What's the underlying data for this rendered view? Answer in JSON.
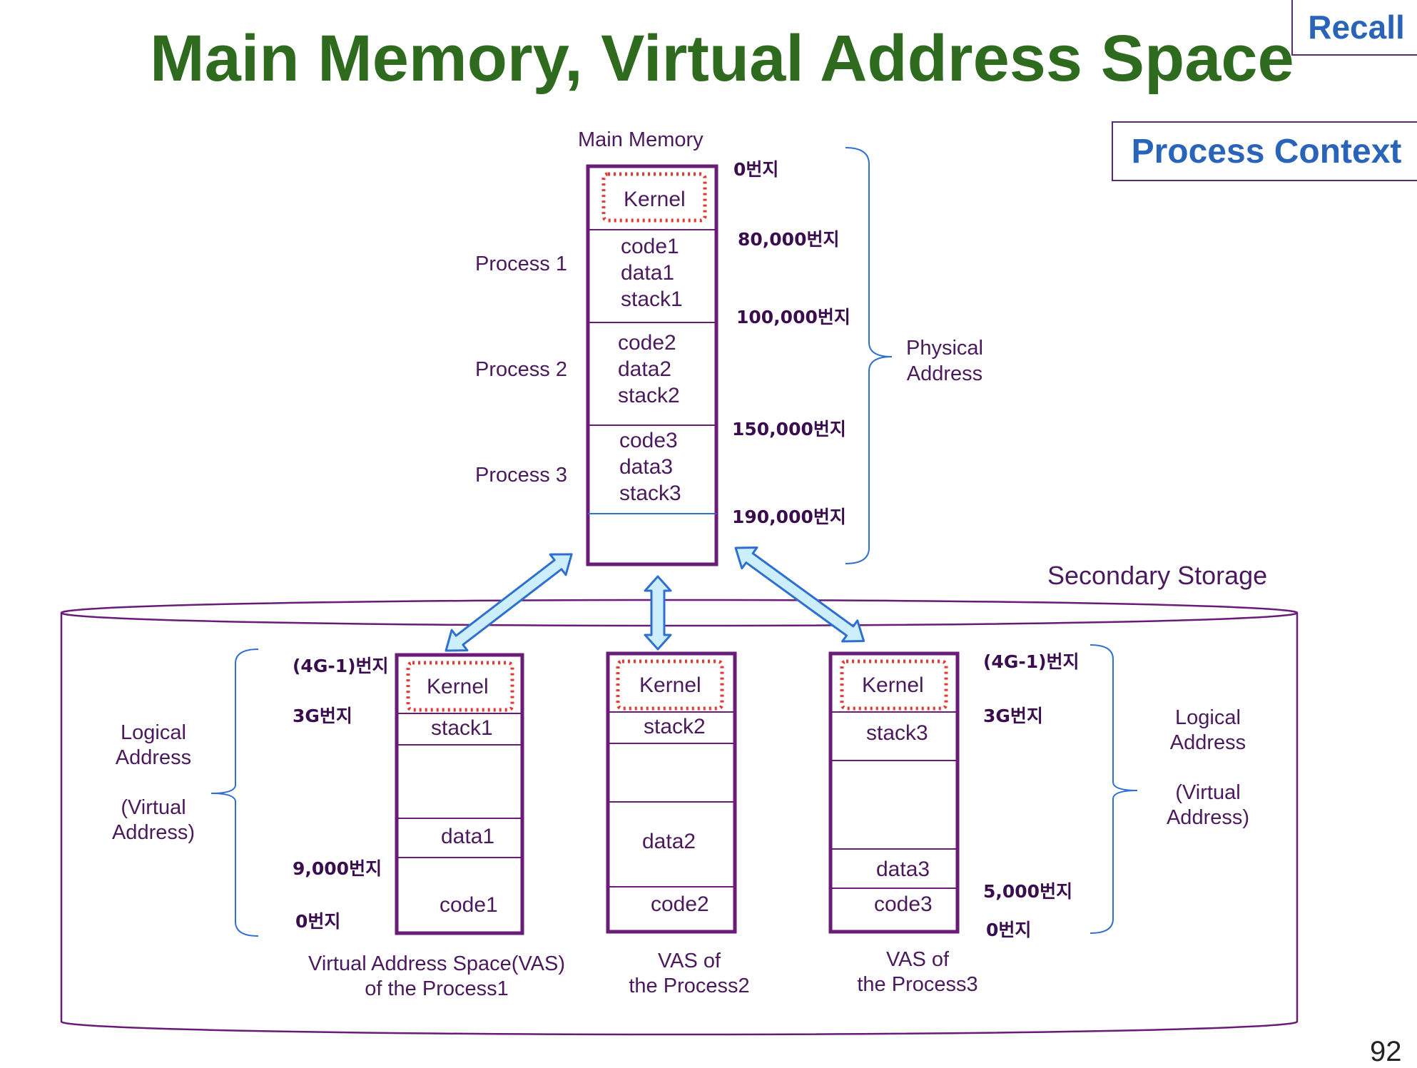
{
  "slide": {
    "title": "Main Memory, Virtual Address Space",
    "recall_tag": "Recall",
    "context_tag": "Process Context",
    "page_number": "92"
  },
  "main_memory": {
    "label": "Main Memory",
    "kernel": "Kernel",
    "segments": [
      {
        "process": "Process 1",
        "lines": [
          "code1",
          "data1",
          "stack1"
        ]
      },
      {
        "process": "Process 2",
        "lines": [
          "code2",
          "data2",
          "stack2"
        ]
      },
      {
        "process": "Process 3",
        "lines": [
          "code3",
          "data3",
          "stack3"
        ]
      }
    ],
    "addresses": [
      "0번지",
      "80,000번지",
      "100,000번지",
      "150,000번지",
      "190,000번지"
    ],
    "physical_label": [
      "Physical",
      "Address"
    ]
  },
  "secondary": {
    "label": "Secondary Storage",
    "left_label": [
      "Logical",
      "Address",
      "(Virtual",
      "Address)"
    ],
    "right_label": [
      "Logical",
      "Address",
      "(Virtual",
      "Address)"
    ],
    "vas1": {
      "kernel": "Kernel",
      "stack": "stack1",
      "data": "data1",
      "code": "code1",
      "caption": [
        "Virtual Address Space(VAS)",
        "of the Process1"
      ],
      "addresses": [
        "(4G-1)번지",
        "3G번지",
        "9,000번지",
        "0번지"
      ]
    },
    "vas2": {
      "kernel": "Kernel",
      "stack": "stack2",
      "data": "data2",
      "code": "code2",
      "caption": [
        "VAS of",
        "the Process2"
      ]
    },
    "vas3": {
      "kernel": "Kernel",
      "stack": "stack3",
      "data": "data3",
      "code": "code3",
      "caption": [
        "VAS of",
        "the Process3"
      ],
      "addresses": [
        "(4G-1)번지",
        "3G번지",
        "5,000번지",
        "0번지"
      ]
    }
  },
  "colors": {
    "title": "#2e6b1f",
    "tag_text": "#2a64b8",
    "box_border": "#6a1b78",
    "kernel_dots": "#e53935",
    "arrow_fill": "#cdeefd",
    "arrow_stroke": "#2f6fd0",
    "brace": "#2f6fd0"
  }
}
